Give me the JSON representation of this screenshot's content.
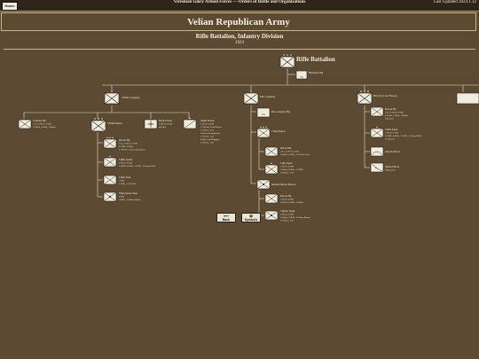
{
  "header": {
    "home_label": "Home",
    "site_title": "Viresnian Glory Armed Forces — Orders of Battle and Organizations",
    "updated": "Last Updated 2024.1.12"
  },
  "page": {
    "title": "Velian Republican Army",
    "subtitle": "Rifle Battalion, Infantry Division",
    "year": "1924"
  },
  "nodes": {
    "battalion": {
      "label": "Rifle Battalion"
    },
    "battalion_hq": {
      "label": "Battalion HQ",
      "sym": "HQ"
    },
    "rifle_company": {
      "label": "3 Rifle Company"
    },
    "company_hq": {
      "label": "Company HQ",
      "details": [
        "1×Lt, 2×NCO, 3×EM",
        "1×Pistol, 5×Rifle, 1xRadio"
      ]
    },
    "rifle_platoon": {
      "label": "3 Rifle Platoon"
    },
    "platoon_hq_a": {
      "label": "Platoon HQ",
      "details": [
        "1×Lt, 2×NCO, 3×EM",
        "2×SMG, 3×Rifle,",
        "1×1-Horse Cart (Ammunition)"
      ]
    },
    "rifle_squads": {
      "label": "3 Rifle Squads",
      "details": [
        "2×NCO, 9×EM",
        "2×SMG, 8×Rifle, 1×LMG, 1×Scoped Rifle"
      ]
    },
    "rifle_team": {
      "label": "2 Rifle Team",
      "details": [
        "1×EM",
        "1×Rifle, 1×VB Rifle"
      ]
    },
    "mortar_team": {
      "label": "50mm Mortar Team",
      "details": [
        "1×EM",
        "1xRifle, 1×50mm Mortar"
      ]
    },
    "medical_team": {
      "label": "Medical Team",
      "details": [
        "1×NCO, 3×EM",
        "4×Pistol"
      ]
    },
    "admin_section": {
      "label": "Admin Section",
      "details": [
        "1×NCO, 4×EM",
        "1×2-Horse Field Kitchen",
        "1×2-Horse Cart",
        "(Food and Equipment)",
        "1×2-Horse Cart",
        "(Officer and Baggage)",
        "1×2-Horse Cart"
      ]
    },
    "mg_company": {
      "label": "MG Company"
    },
    "mg_company_hq": {
      "label": "MG Company HQ",
      "sym": "HQ"
    },
    "mg_platoon": {
      "label": "2 MG Platoon"
    },
    "platoon_hq_b": {
      "label": "Platoon HQ",
      "details": [
        "1×Lt, 2×NCO, 3×EM",
        "1×Pistol, 5×Rifle, 1×2-Horse Cart"
      ]
    },
    "mg_squad": {
      "label": "2 MG Squad",
      "details": [
        "1×NCO, 6×EM",
        "1×Pistol, 6×Rifle, 1×HMG",
        "1×2-Horse Cart"
      ]
    },
    "mortar_platoon": {
      "label": "Medium Mortar Platoon"
    },
    "platoon_hq_c": {
      "label": "Platoon HQ",
      "details": [
        "1×NCO, 4×EM",
        "1×Pistol, 3×Rifle, 1xRadio"
      ]
    },
    "mortar_squad": {
      "label": "3 Mortar Squad",
      "details": [
        "1×NCO, 5×EM",
        "1×Pistol, 5×Rifle, 1×81mm Mortar",
        "1×2-Horse Cart"
      ]
    },
    "bicycle_platoon": {
      "label": "Bicycle Scout Platoon"
    },
    "platoon_hq_d": {
      "label": "Platoon HQ",
      "details": [
        "1×Lt, 2×NCO, 3×EM",
        "1×Pistol, 5×Rifle, 1xRadio",
        "6×Bicycle"
      ]
    },
    "bicycle_squad": {
      "label": "3 Rifle Squad",
      "details": [
        "2×NCO, 9×EM",
        "2×SMG, 8×Rifle, 1×LMG, 1×Scoped Rifle",
        "11×Bicycle"
      ]
    },
    "anti_air": {
      "label": "Anti-Air Platoon"
    },
    "signals": {
      "label": "Signals Platoon",
      "details": [
        "(Diplomats)"
      ]
    }
  },
  "nav": {
    "back_label": "Back",
    "symbols_label": "Symbols"
  }
}
